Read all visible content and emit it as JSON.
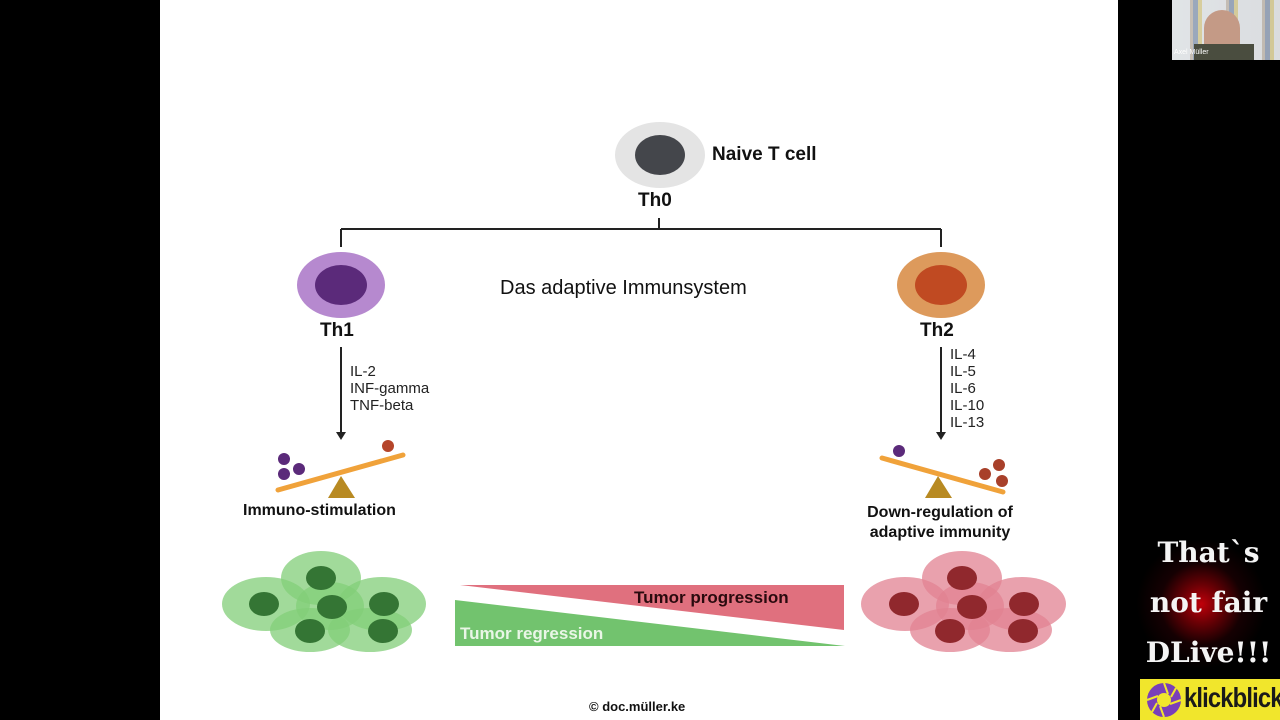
{
  "slide": {
    "title": "Das adaptive Immunsystem",
    "copyright": "© doc.müller.ke",
    "naive": {
      "label": "Naive T cell",
      "name": "Th0"
    },
    "th1": {
      "name": "Th1",
      "cytokines": [
        "IL-2",
        "INF-gamma",
        "TNF-beta"
      ],
      "outcome": "Immuno-stimulation"
    },
    "th2": {
      "name": "Th2",
      "cytokines": [
        "IL-4",
        "IL-5",
        "IL-6",
        "IL-10",
        "IL-13"
      ],
      "outcome_line1": "Down-regulation of",
      "outcome_line2": "adaptive immunity"
    },
    "gradient": {
      "progression": "Tumor progression",
      "regression": "Tumor regression"
    },
    "colors": {
      "naive_outer": "#e4e4e4",
      "naive_inner": "#44464b",
      "th1_outer": "#b689cf",
      "th1_inner": "#5b2a7a",
      "th2_outer": "#dd9a5c",
      "th2_inner": "#c04a22",
      "seesaw": "#f0a23a",
      "fulcrum": "#b88a22",
      "green_cell": "#7ccc72",
      "green_nucleus": "#2a6e2a",
      "red_cell": "#e07c8c",
      "red_nucleus": "#8b1d22",
      "progression_fill": "#e0707e",
      "regression_fill": "#72c36e"
    }
  },
  "webcam": {
    "name_tag": "Axel Müller"
  },
  "overlay": {
    "lines": [
      "That`s",
      "not fair",
      "DLive!!!"
    ]
  },
  "brand": {
    "name": "klickblick"
  }
}
